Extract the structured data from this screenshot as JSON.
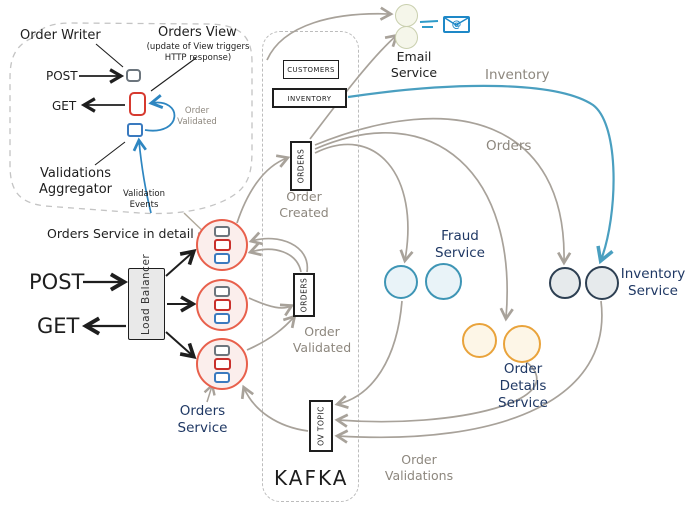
{
  "detail_panel": {
    "order_writer": "Order Writer",
    "orders_view": "Orders View",
    "orders_view_note": "(update of View triggers HTTP response)",
    "post": "POST",
    "get": "GET",
    "order_validated": "Order Validated",
    "validations_aggregator": "Validations Aggregator",
    "validation_events": "Validation Events",
    "caption": "Orders Service in detail"
  },
  "gateway": {
    "post": "POST",
    "get": "GET",
    "load_balancer": "Load Balancer"
  },
  "kafka": {
    "title": "KAFKA",
    "topics": {
      "customers": "CUSTOMERS",
      "inventory": "INVENTORY",
      "orders_created": "ORDERS",
      "orders_validated": "ORDERS",
      "ov": "OV TOPIC"
    }
  },
  "services": {
    "orders": "Orders Service",
    "email": "Email Service",
    "fraud": "Fraud Service",
    "inventory": "Inventory Service",
    "order_details": "Order Details Service"
  },
  "flow_labels": {
    "order_created": "Order Created",
    "order_validated": "Order Validated",
    "order_validations": "Order Validations",
    "orders": "Orders",
    "inventory": "Inventory"
  },
  "icons": {
    "email_at": "@"
  },
  "colors": {
    "orders_instance_red": "#e8604c",
    "fraud_blue": "#3e95b5",
    "inventory_navy": "#2e4053",
    "details_orange": "#e9a33b",
    "email_sage": "#c9cfae",
    "arrow_gray": "#a8a29a",
    "flow_blue": "#4a9fc0",
    "service_label_navy": "#1f3864",
    "flow_label_gray": "#8d877e"
  }
}
